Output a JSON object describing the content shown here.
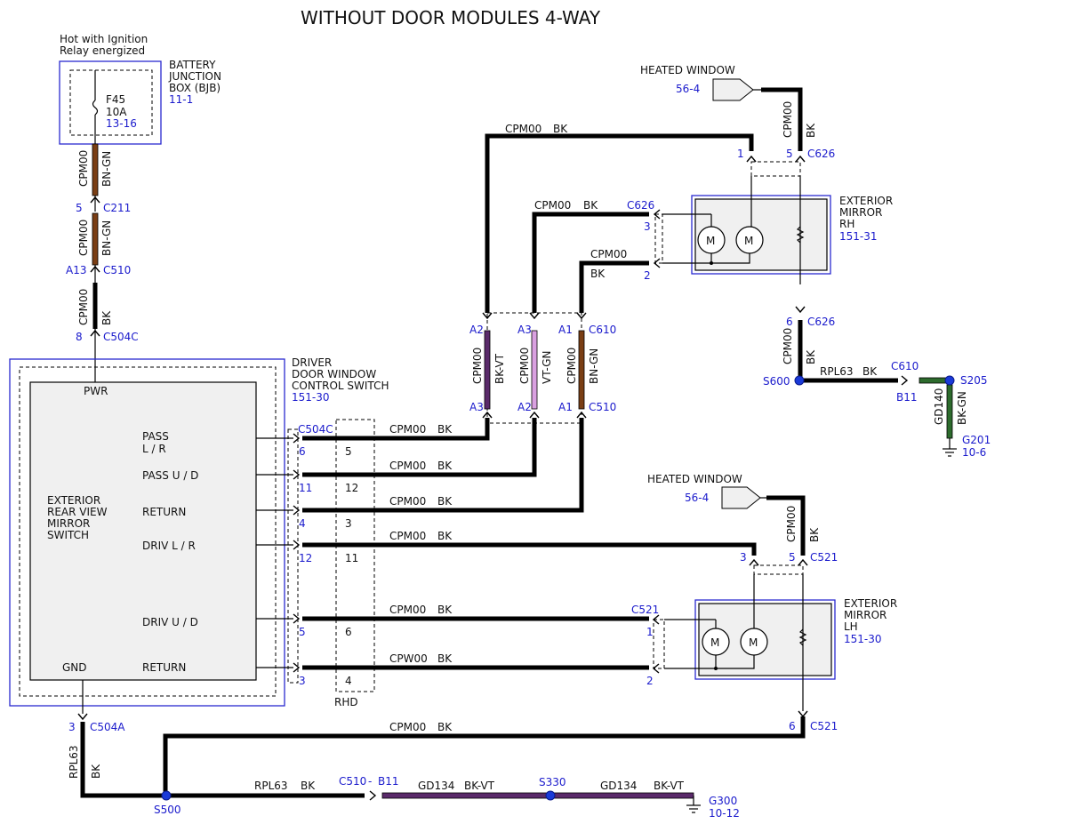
{
  "title": "WITHOUT DOOR MODULES 4-WAY",
  "power": {
    "hot_line1": "Hot with Ignition",
    "hot_line2": "Relay energized",
    "bjb_line1": "BATTERY",
    "bjb_line2": "JUNCTION",
    "bjb_line3": "BOX (BJB)",
    "bjb_ref": "11-1",
    "fuse_name": "F45",
    "fuse_rating": "10A",
    "fuse_ref": "13-16"
  },
  "left_column": {
    "w1_circuit": "CPM00",
    "w1_color": "BN-GN",
    "c211_pin": "5",
    "c211": "C211",
    "w2_circuit": "CPM00",
    "w2_color": "BN-GN",
    "c510_pin": "A13",
    "c510": "C510",
    "w3_circuit": "CPM00",
    "w3_color": "BK",
    "c504c_pin": "8",
    "c504c": "C504C"
  },
  "switch": {
    "name_line1": "DRIVER",
    "name_line2": "DOOR WINDOW",
    "name_line3": "CONTROL SWITCH",
    "ref": "151-30",
    "pwr": "PWR",
    "gnd": "GND",
    "inner_line1": "EXTERIOR",
    "inner_line2": "REAR VIEW",
    "inner_line3": "MIRROR",
    "inner_line4": "SWITCH",
    "pass_lr_1": "PASS",
    "pass_lr_2": "L / R",
    "pass_ud": "PASS U / D",
    "return1": "RETURN",
    "driv_lr": "DRIV L / R",
    "driv_ud": "DRIV U / D",
    "return2": "RETURN",
    "connector": "C504C",
    "rhd": "RHD"
  },
  "switch_rows": [
    {
      "pin": "6",
      "rhd_pin": "5",
      "circuit": "CPM00",
      "color": "BK"
    },
    {
      "pin": "11",
      "rhd_pin": "12",
      "circuit": "CPM00",
      "color": "BK"
    },
    {
      "pin": "4",
      "rhd_pin": "3",
      "circuit": "CPM00",
      "color": "BK"
    },
    {
      "pin": "12",
      "rhd_pin": "11",
      "circuit": "CPM00",
      "color": "BK"
    },
    {
      "pin": "5",
      "rhd_pin": "6",
      "circuit": "CPM00",
      "color": "BK"
    },
    {
      "pin": "3",
      "rhd_pin": "4",
      "circuit": "CPW00",
      "color": "BK"
    }
  ],
  "middle": {
    "top_pins": [
      "A2",
      "A3",
      "A1"
    ],
    "c610": "C610",
    "bottom_pins": [
      "A3",
      "A2",
      "A1"
    ],
    "c510": "C510",
    "w1_circuit": "CPM00",
    "w1_color": "BK-VT",
    "w2_circuit": "CPM00",
    "w2_color": "VT-GN",
    "w3_circuit": "CPM00",
    "w3_color": "BN-GN"
  },
  "rh": {
    "top_circuit": "CPM00",
    "top_color": "BK",
    "mid_circuit": "CPM00",
    "mid_color": "BK",
    "low_circuit": "CPM00",
    "low_color": "BK",
    "c626": "C626",
    "pin1": "1",
    "pin5": "5",
    "pin3": "3",
    "pin2": "2",
    "pin6": "6",
    "heated_label": "HEATED WINDOW",
    "heated_ref": "56-4",
    "heated_circuit": "CPM00",
    "heated_color": "BK",
    "mirror_line1": "EXTERIOR",
    "mirror_line2": "MIRROR",
    "mirror_line3": "RH",
    "mirror_ref": "151-31",
    "motor": "M",
    "down_circuit": "CPM00",
    "down_color": "BK",
    "s600": "S600",
    "rpl_circuit": "RPL63",
    "rpl_color": "BK",
    "c610": "C610",
    "b11": "B11",
    "s205": "S205",
    "gd_circuit": "GD140",
    "gd_color": "BK-GN",
    "g201": "G201",
    "g201_ref": "10-6"
  },
  "lh": {
    "heated_label": "HEATED WINDOW",
    "heated_ref": "56-4",
    "heated_circuit": "CPM00",
    "heated_color": "BK",
    "c521": "C521",
    "pin3": "3",
    "pin5": "5",
    "pin1": "1",
    "pin2": "2",
    "pin6": "6",
    "mirror_line1": "EXTERIOR",
    "mirror_line2": "MIRROR",
    "mirror_line3": "LH",
    "mirror_ref": "151-30",
    "motor": "M",
    "ground_circuit": "CPM00",
    "ground_color": "BK"
  },
  "bottom": {
    "pin3": "3",
    "c504a": "C504A",
    "left_circuit": "RPL63",
    "left_color": "BK",
    "s500": "S500",
    "rpl_circuit": "RPL63",
    "rpl_color": "BK",
    "c510": "C510",
    "dash": "-",
    "b11": "B11",
    "gd1_circuit": "GD134",
    "gd1_color": "BK-VT",
    "s330": "S330",
    "gd2_circuit": "GD134",
    "gd2_color": "BK-VT",
    "g300": "G300",
    "g300_ref": "10-12"
  }
}
